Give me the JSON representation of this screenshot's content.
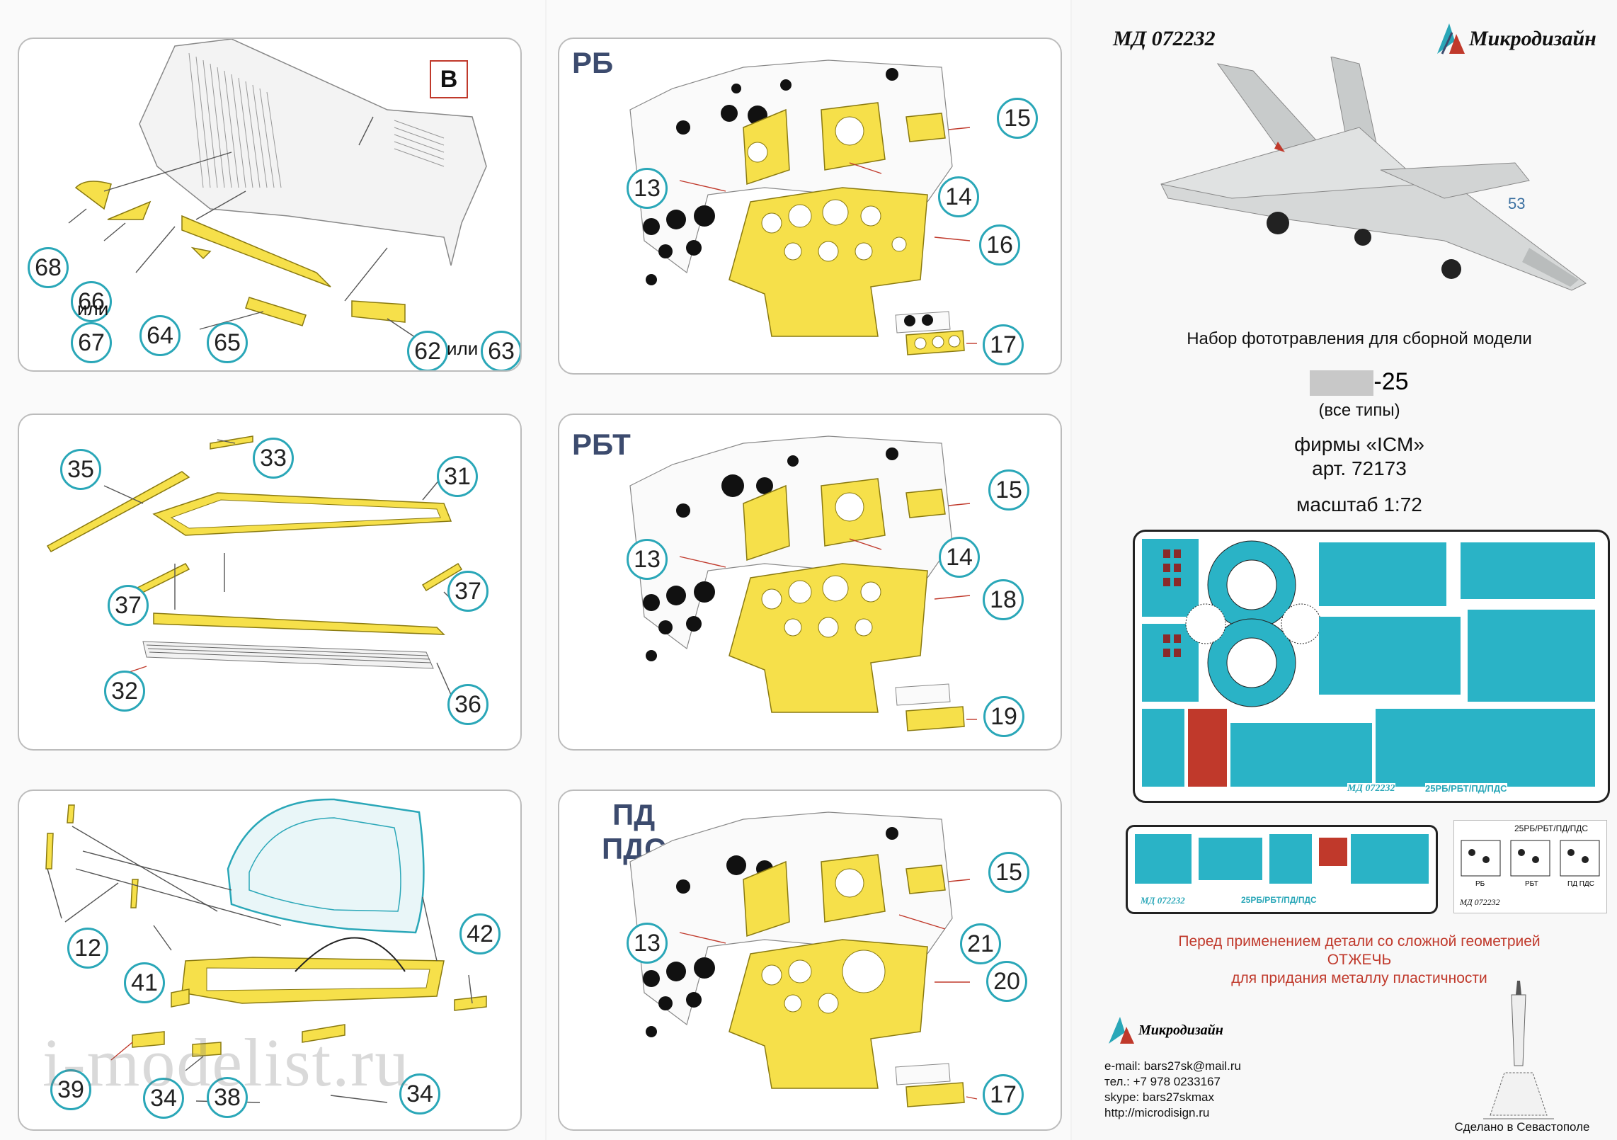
{
  "left_panels": {
    "top": {
      "callouts": [
        "68",
        "66",
        "67",
        "64",
        "65",
        "62",
        "63"
      ],
      "ili": [
        "или",
        "или"
      ],
      "label_b": "B"
    },
    "middle": {
      "callouts": [
        "35",
        "33",
        "31",
        "37",
        "37",
        "32",
        "36"
      ]
    },
    "bottom": {
      "callouts": [
        "12",
        "41",
        "42",
        "39",
        "34",
        "38",
        "34"
      ]
    }
  },
  "middle_panels": {
    "rb": {
      "variant": "РБ",
      "callouts": [
        "13",
        "15",
        "14",
        "16",
        "17"
      ]
    },
    "rbt": {
      "variant": "РБТ",
      "callouts": [
        "13",
        "15",
        "14",
        "18",
        "19"
      ]
    },
    "pd": {
      "variant_line1": "ПД",
      "variant_line2": "ПДС",
      "callouts": [
        "13",
        "15",
        "21",
        "20",
        "17"
      ]
    }
  },
  "right": {
    "product_code": "МД 072232",
    "brand": "Микродизайн",
    "aircraft_number": "53",
    "kit_title": "Набор фототравления для сборной модели",
    "model_suffix": "-25",
    "model_types": "(все типы)",
    "manufacturer": "фирмы «ICM»",
    "article": "арт. 72173",
    "scale": "масштаб 1:72",
    "fret_code": "МД 072232",
    "fret_variants": "25РБ/РБТ/ПД/ПДС",
    "small_fret_code": "МД 072232",
    "small_fret_variants": "25РБ/РБТ/ПД/ПДС",
    "panel_fret_variants": "25РБ/РБТ/ПД/ПДС",
    "panel_fret_labels": [
      "РБ",
      "РБТ",
      "ПД ПДС"
    ],
    "panel_fret_code": "МД 072232",
    "warning_line1": "Перед применением детали со сложной геометрией",
    "warning_line2": "ОТЖЕЧЬ",
    "warning_line3": "для придания металлу пластичности",
    "contact_brand": "Микродизайн",
    "email": "e-mail: bars27sk@mail.ru",
    "phone": "тел.: +7 978 0233167",
    "skype": "skype: bars27skmax",
    "website": "http://microdisign.ru",
    "made_in": "Сделано в Севастополе",
    "watermark": "i-modelist.ru"
  },
  "colors": {
    "accent": "#2aa7b8",
    "warning": "#c0392b",
    "yellow_part": "#f6e04a",
    "fret": "#2ab3c6"
  }
}
